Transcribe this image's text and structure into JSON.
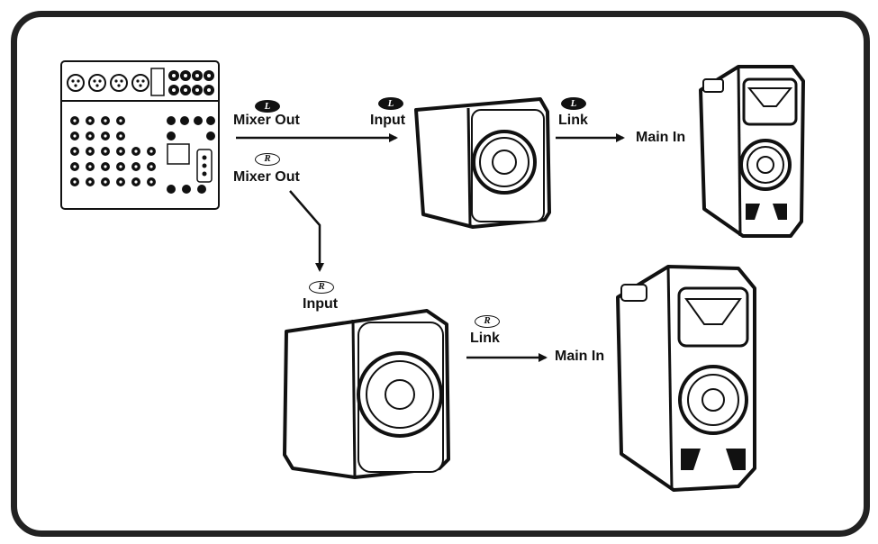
{
  "mixer_out_left": {
    "badge": "L",
    "label": "Mixer Out"
  },
  "mixer_out_right": {
    "badge": "R",
    "label": "Mixer Out"
  },
  "sub_left_input": {
    "badge": "L",
    "label": "Input"
  },
  "sub_left_link": {
    "badge": "L",
    "label": "Link"
  },
  "main_left": {
    "label": "Main In"
  },
  "sub_right_input": {
    "badge": "R",
    "label": "Input"
  },
  "sub_right_link": {
    "badge": "R",
    "label": "Link"
  },
  "main_right": {
    "label": "Main In"
  }
}
